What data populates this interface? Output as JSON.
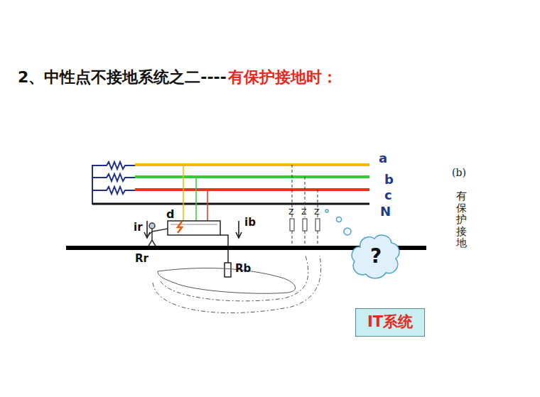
{
  "diagram": {
    "title": "2、中性点不接地系统之二----",
    "nodes": [
      {
        "text": [
          "?"
        ]
      },
      {
        "text": [
          "IT系统"
        ]
      }
    ],
    "labels": [
      "有保护接地时：",
      "a",
      "b",
      "c",
      "N",
      "ir",
      "d",
      "ib",
      "Z",
      "Z",
      "Z",
      "Rr",
      "Rb",
      "(b)",
      "有保护接地"
    ]
  }
}
